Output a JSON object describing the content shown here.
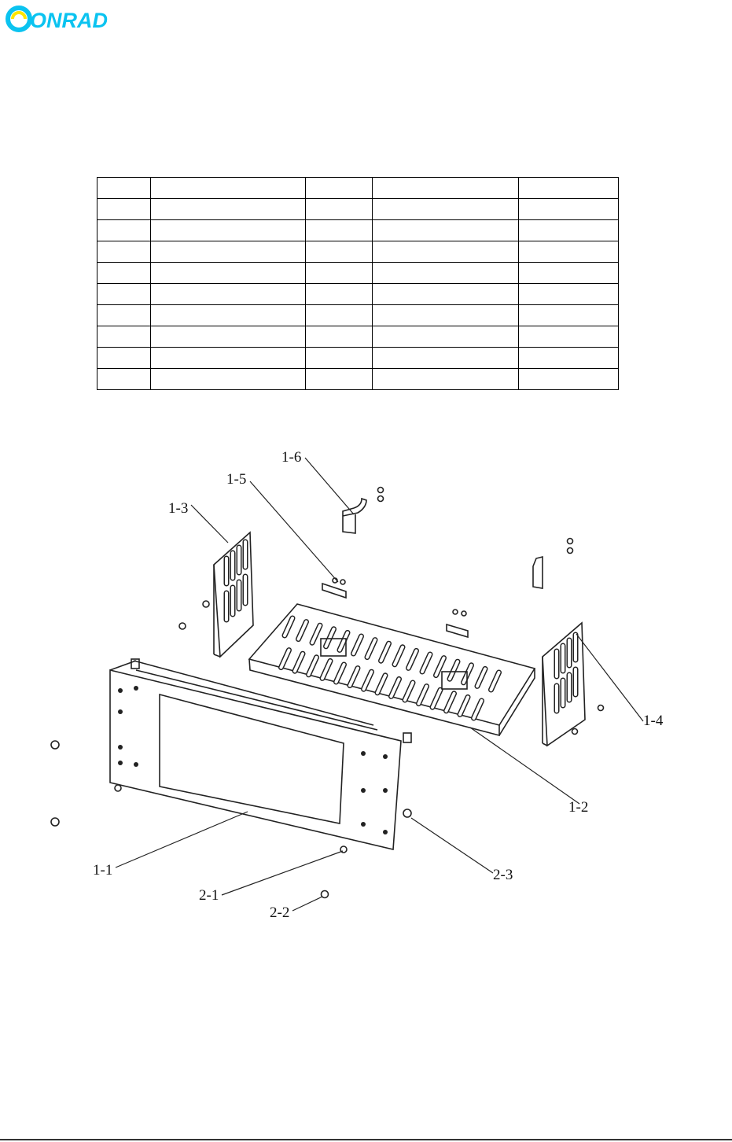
{
  "brand": {
    "logo_text": "ONRAD",
    "colors": {
      "ring": "#0bc3f0",
      "text": "#0bc3f0",
      "highlight": "#ffe600"
    }
  },
  "parts_table": {
    "rows": 10,
    "columns": 5,
    "cells_text": []
  },
  "diagram": {
    "callouts": [
      {
        "id": "c-1-1",
        "label": "1-1"
      },
      {
        "id": "c-1-2",
        "label": "1-2"
      },
      {
        "id": "c-1-3",
        "label": "1-3"
      },
      {
        "id": "c-1-4",
        "label": "1-4"
      },
      {
        "id": "c-1-5",
        "label": "1-5"
      },
      {
        "id": "c-1-6",
        "label": "1-6"
      },
      {
        "id": "c-2-1",
        "label": "2-1"
      },
      {
        "id": "c-2-2",
        "label": "2-2"
      },
      {
        "id": "c-2-3",
        "label": "2-3"
      }
    ]
  }
}
